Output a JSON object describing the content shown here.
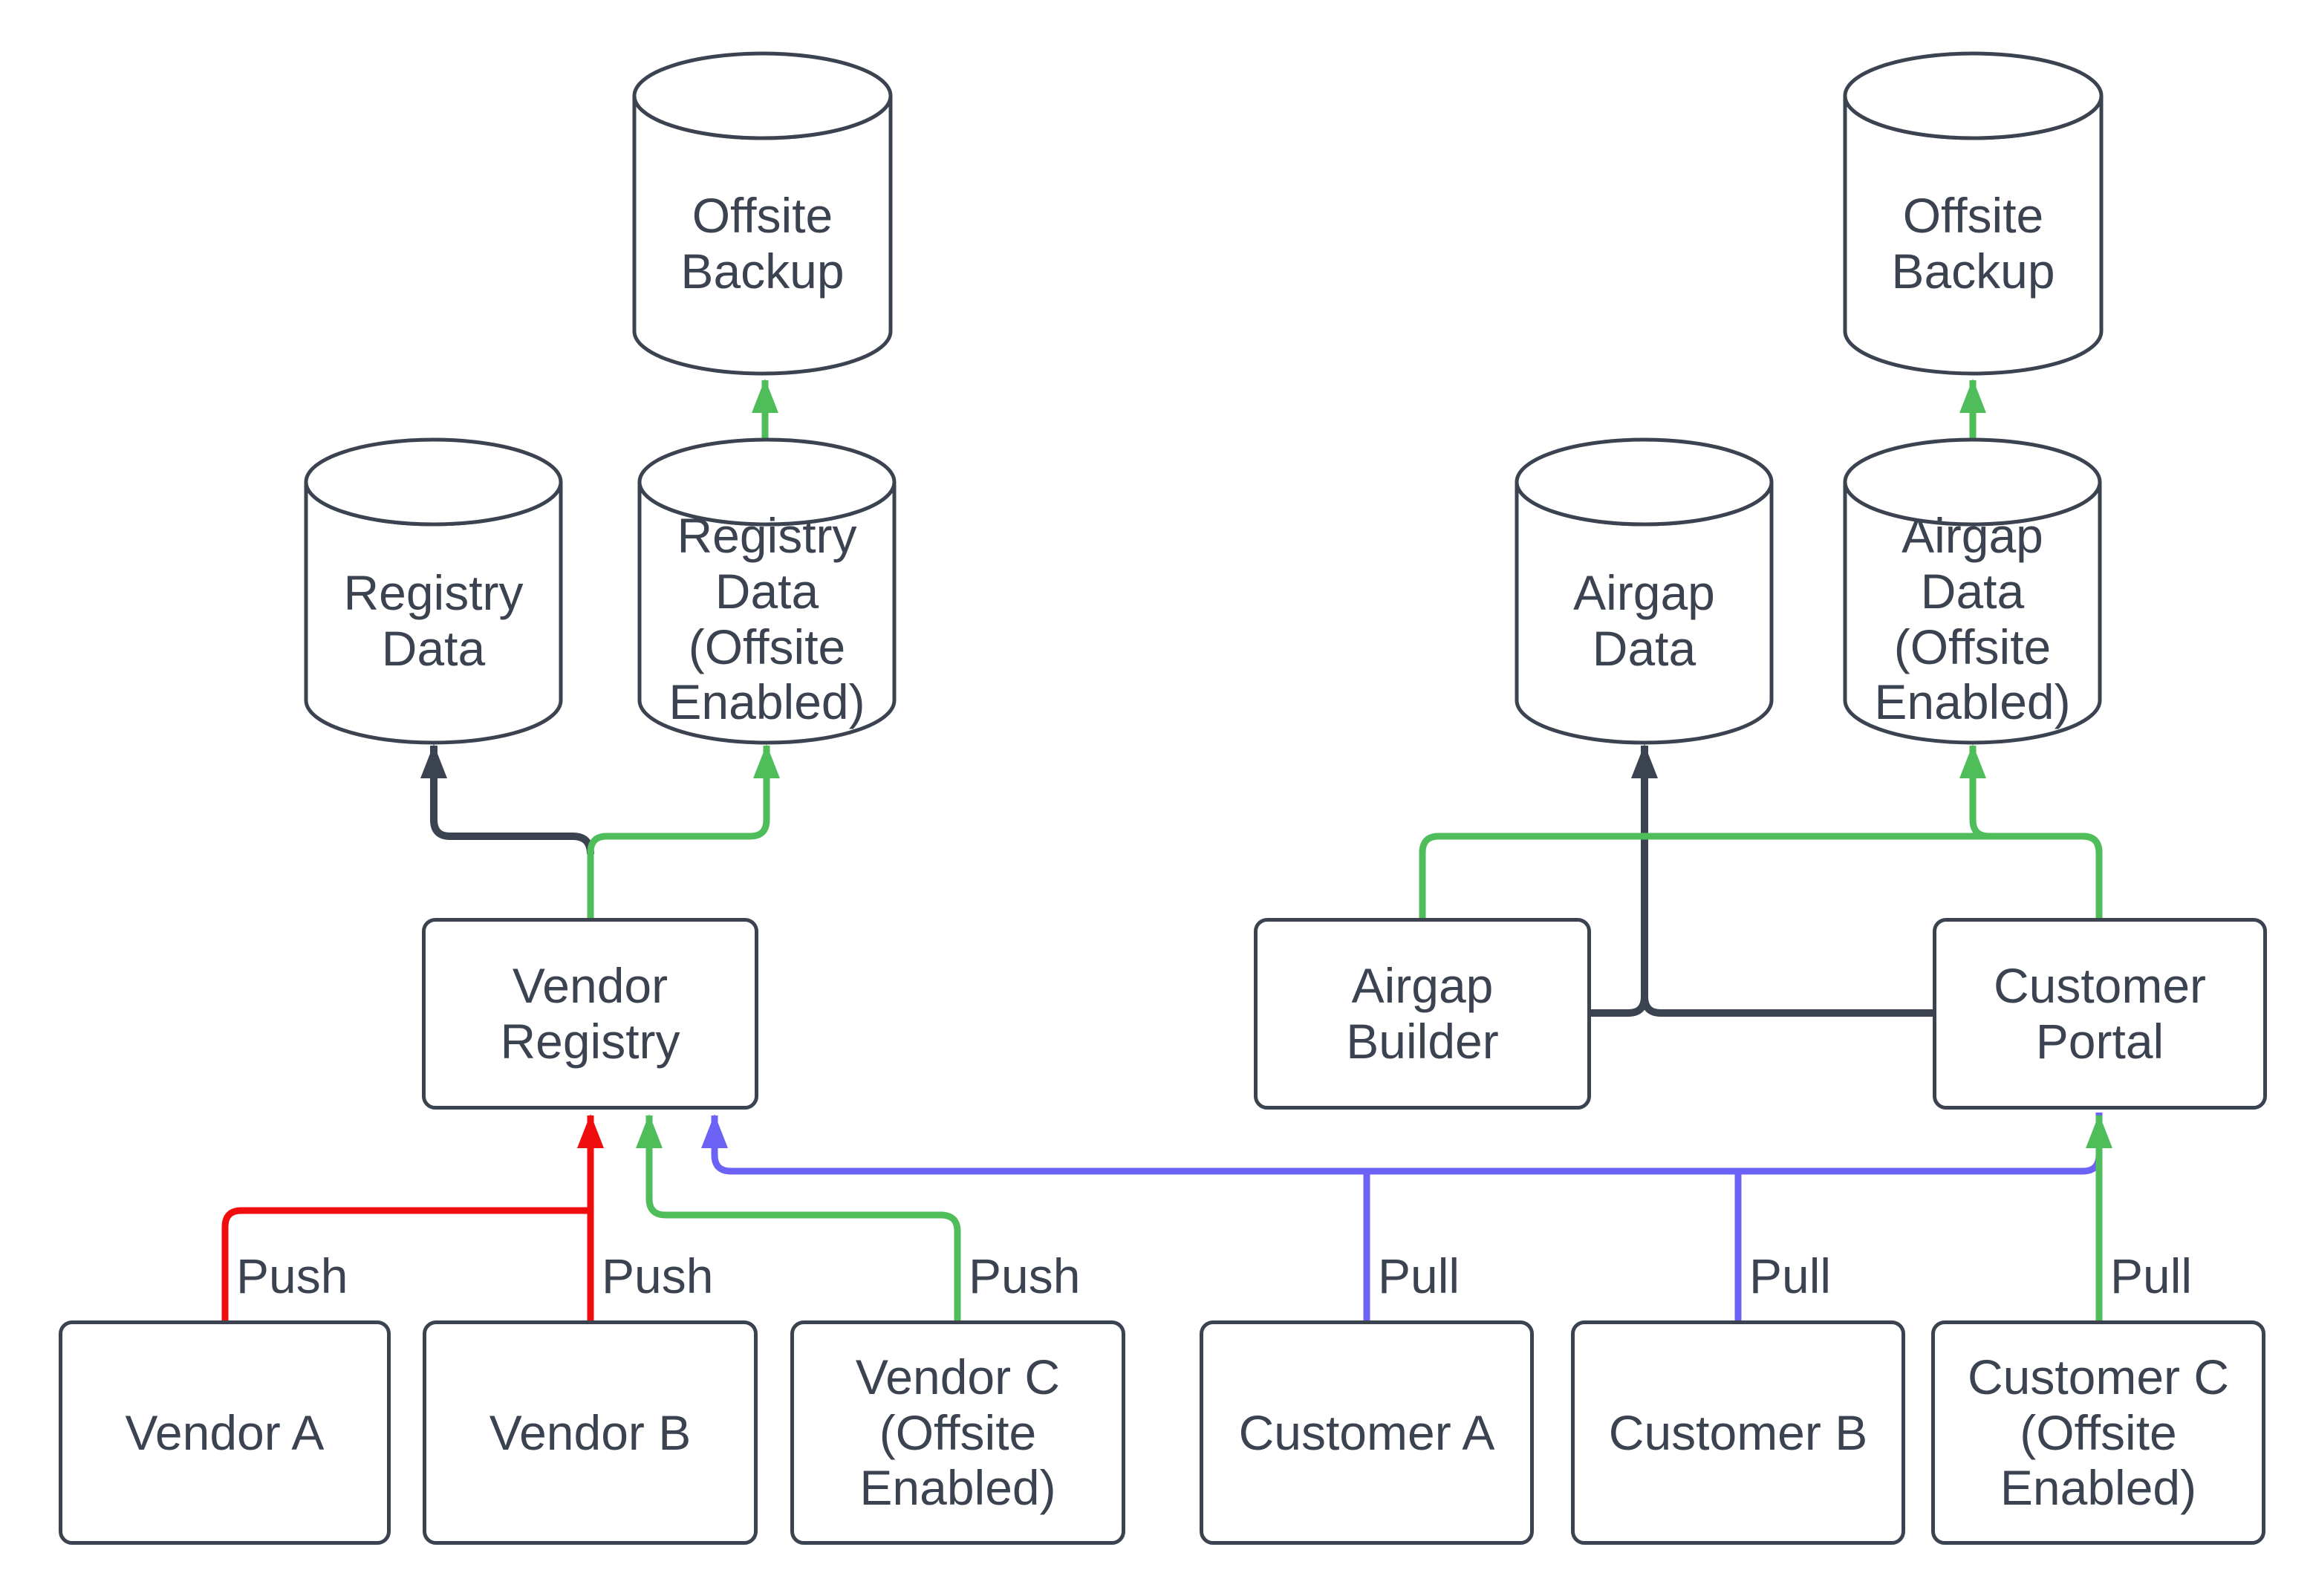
{
  "diagram": {
    "background": "#ffffff",
    "colors": {
      "node_stroke": "#3b4350",
      "text": "#3b4350",
      "push_vendor_ab": "#f00d0d",
      "offsite_flow": "#50bd5b",
      "pull_flow": "#6c63f6",
      "store_flow": "#3b4350"
    },
    "cylinders": [
      {
        "label": "Offsite\nBackup"
      },
      {
        "label": "Registry\nData"
      },
      {
        "label": "Registry\nData\n(Offsite\nEnabled)"
      },
      {
        "label": "Airgap\nData"
      },
      {
        "label": "Airgap\nData\n(Offsite\nEnabled)"
      },
      {
        "label": "Offsite\nBackup"
      }
    ],
    "boxes": [
      {
        "label": "Vendor\nRegistry"
      },
      {
        "label": "Airgap\nBuilder"
      },
      {
        "label": "Customer\nPortal"
      },
      {
        "label": "Vendor A"
      },
      {
        "label": "Vendor B"
      },
      {
        "label": "Vendor C\n(Offsite\nEnabled)"
      },
      {
        "label": "Customer A"
      },
      {
        "label": "Customer B"
      },
      {
        "label": "Customer C\n(Offsite\nEnabled)"
      }
    ],
    "edge_labels": {
      "push": [
        "Push",
        "Push",
        "Push"
      ],
      "pull": [
        "Pull",
        "Pull",
        "Pull"
      ]
    }
  }
}
